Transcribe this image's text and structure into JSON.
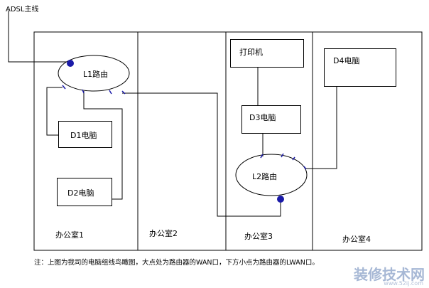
{
  "adsl_label": "ADSL主线",
  "routers": {
    "l1": "L1路由",
    "l2": "L2路由"
  },
  "devices": {
    "d1": "D1电脑",
    "d2": "D2电脑",
    "d3": "D3电脑",
    "d4": "D4电脑",
    "printer": "打印机"
  },
  "offices": [
    "办公室1",
    "办公室2",
    "办公室3",
    "办公室4"
  ],
  "note": "注：上图为我司的电脑组线鸟瞰图，大点处为路由器的WAN口，下方小点为路由器的LWAN口。",
  "watermark": {
    "brand": "装修技术网",
    "url": "www.52ij.com"
  },
  "colors": {
    "line": "#000000",
    "port": "#1a1aa8"
  }
}
